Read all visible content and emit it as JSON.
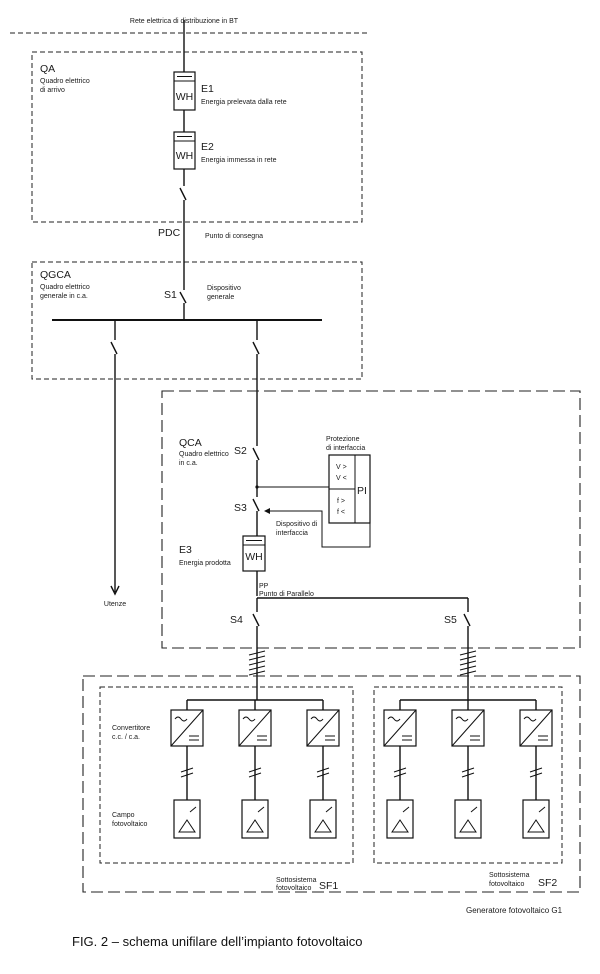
{
  "grid_label": "Rete elettrica di distribuzione in BT",
  "qa": {
    "code": "QA",
    "desc_line1": "Quadro elettrico",
    "desc_line2": "di arrivo"
  },
  "meter_symbol": "WH",
  "e1": {
    "label": "E1",
    "desc": "Energia prelevata dalla rete"
  },
  "e2": {
    "label": "E2",
    "desc": "Energia immessa in rete"
  },
  "pdc": {
    "label": "PDC",
    "desc": "Punto di consegna"
  },
  "qgca": {
    "code": "QGCA",
    "desc_line1": "Quadro elettrico",
    "desc_line2": "generale in c.a."
  },
  "s1": {
    "label": "S1",
    "desc_line1": "Dispositivo",
    "desc_line2": "generale"
  },
  "utenze": "Utenze",
  "qca": {
    "code": "QCA",
    "desc_line1": "Quadro elettrico",
    "desc_line2": "in c.a."
  },
  "s2": "S2",
  "s3": "S3",
  "interface_protection": {
    "line1": "Protezione",
    "line2": "di interfaccia",
    "v_gt": "V >",
    "v_lt": "V <",
    "f_gt": "f >",
    "f_lt": "f <",
    "pi": "PI"
  },
  "interface_device": {
    "line1": "Dispositivo di",
    "line2": "interfaccia"
  },
  "e3": {
    "label": "E3",
    "desc": "Energia prodotta"
  },
  "pp": {
    "code": "PP",
    "desc": "Punto di Parallelo"
  },
  "s4": "S4",
  "s5": "S5",
  "converter": {
    "line1": "Convertitore",
    "line2": "c.c. / c.a."
  },
  "field": {
    "line1": "Campo",
    "line2": "fotovoltaico"
  },
  "sf1": {
    "desc_line1": "Sottosistema",
    "desc_line2": "fotovoltaico",
    "code": "SF1"
  },
  "sf2": {
    "desc_line1": "Sottosistema",
    "desc_line2": "fotovoltaico",
    "code": "SF2"
  },
  "generator": "Generatore fotovoltaico G1",
  "caption": "FIG. 2 – schema unifilare dell’impianto fotovoltaico"
}
